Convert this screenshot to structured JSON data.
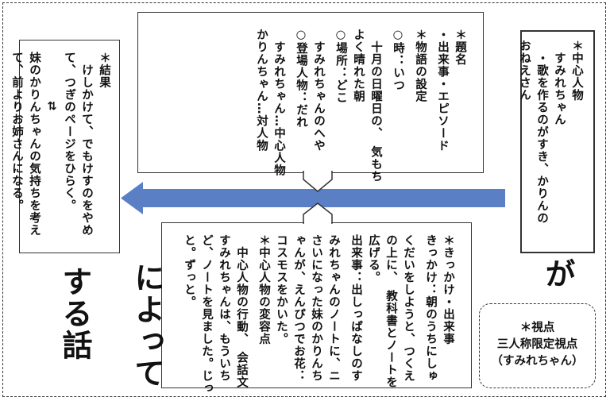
{
  "top_box": {
    "lines": [
      "＊題名",
      "・出来事・エピソード",
      "＊物語の設定",
      "○時：いつ",
      "　十月の日曜日の、　気もち",
      "よく晴れた朝",
      "○場所：どこ",
      "　すみれちゃんのへや",
      "○登場人物：だれ",
      "　すみれちゃん…中心人物",
      "かりんちゃん…対人物"
    ]
  },
  "bottom_box": {
    "lines": [
      "＊きっかけ・出来事",
      "きっかけ：朝のうちにしゅ",
      "くだいをしようと、つくえ",
      "の上に、　教科書とノートを",
      "広げる。",
      "出来事：出しっぱなしのす",
      "みれちゃんのノートに、ニ",
      "さいになった妹のかりんち",
      "ゃんが、えんぴつでお花：",
      "コスモスをかいた。",
      "＊中心人物の変容点",
      "　中心人物の行動、　会話文",
      "すみれちゃんは、もういち",
      "ど、ノートを見ました。じっ",
      "と。ずっと。"
    ]
  },
  "left_box": {
    "lines": [
      "＊結果",
      "　けしかけて、でもけすのをやめ",
      "て、つぎのページをひらく。",
      "　　　　⇄",
      "妹のかりんちゃんの気持ちを考え",
      "て、前よりお姉さんになる。"
    ]
  },
  "right_box": {
    "lines": [
      "＊中心人物",
      "　すみれちゃん",
      "　・歌を作るのがすき、かりんの",
      "おねえさん"
    ]
  },
  "particle_ga": "が",
  "particle_niyotte": "によって",
  "suru_hanashi": "する話",
  "viewpoint": {
    "title": "＊視点",
    "line1": "三人称限定視点",
    "line2": "（すみれちゃん）"
  },
  "colors": {
    "arrow": "#5b7fc4",
    "border": "#333333"
  }
}
